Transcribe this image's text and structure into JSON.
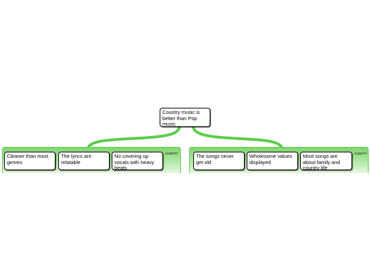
{
  "diagram": {
    "central_topic": "Country music is better than Pop music",
    "branches": [
      {
        "label": "support",
        "items": [
          "Cleaner than most genres",
          "The lyrics are relatable",
          "No covering up vocals with heavy beats"
        ]
      },
      {
        "label": "support",
        "items": [
          "The songs never get old",
          "Wholesome values displayed",
          "Most songs are about family and country life"
        ]
      }
    ]
  },
  "colors": {
    "connector": "#5ccd4a",
    "group_fill": "#a8e59c",
    "node_border": "#000000"
  }
}
